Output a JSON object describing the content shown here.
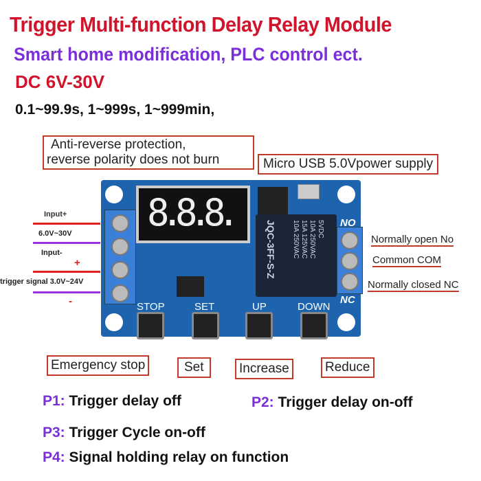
{
  "header": {
    "title": "Trigger Multi-function Delay Relay Module",
    "subtitle": "Smart home modification, PLC control ect.",
    "voltage": "DC 6V-30V",
    "ranges": "0.1~99.9s, 1~999s, 1~999min,"
  },
  "callouts": {
    "anti_reverse_1": "Anti-reverse protection,",
    "anti_reverse_2": "reverse polarity does not burn",
    "usb": "Micro USB 5.0Vpower supply"
  },
  "board": {
    "display": "8.8.8.",
    "relay_brand": "JQC-3FF-S-Z",
    "relay_spec": [
      "5VDC",
      "10A 250VAC",
      "15A 125VAC",
      "10A 250VAC"
    ],
    "no": "NO",
    "nc": "NC",
    "buttons": [
      "STOP",
      "SET",
      "UP",
      "DOWN"
    ]
  },
  "left_labels": {
    "input_plus": "Input+",
    "input_range": "6.0V~30V",
    "input_minus": "Input-",
    "plus": "+",
    "trigger": "trigger signal  3.0V~24V",
    "minus": "-"
  },
  "right_labels": {
    "no": "Normally open No",
    "com": "Common COM",
    "nc": "Normally closed NC"
  },
  "button_labels": [
    "Emergency stop",
    "Set",
    "Increase",
    "Reduce"
  ],
  "modes": [
    {
      "key": "P1:",
      "text": " Trigger delay off"
    },
    {
      "key": "P2:",
      "text": " Trigger delay on-off"
    },
    {
      "key": "P3:",
      "text": " Trigger Cycle on-off"
    },
    {
      "key": "P4:",
      "text": "  Signal holding relay on function"
    }
  ],
  "colors": {
    "title": "#d0142c",
    "subtitle": "#7a2fd8",
    "pcb": "#1d63ad"
  }
}
